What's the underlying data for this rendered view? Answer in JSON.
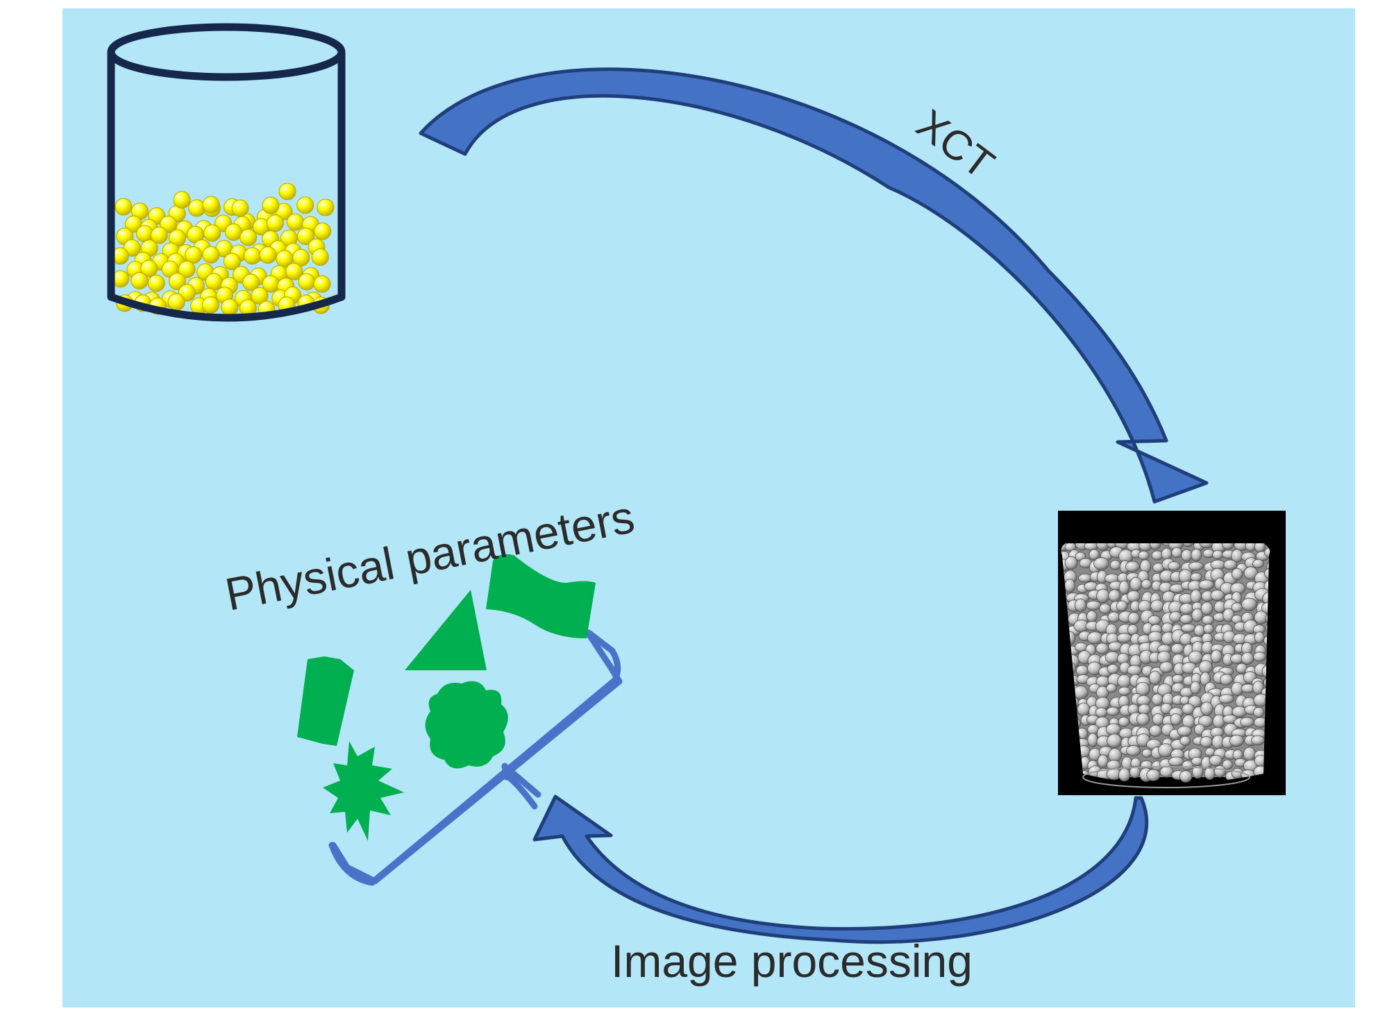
{
  "labels": {
    "xct": "XCT",
    "image_processing": "Image processing",
    "physical_parameters": "Physical parameters"
  },
  "colors": {
    "background": "#b3e6f7",
    "arrow_fill": "#4472c4",
    "arrow_stroke": "#1f3f7a",
    "beaker_stroke": "#15274a",
    "particle_yellow": "#ffff00",
    "shape_green": "#00b050",
    "tray_blue": "#4a72c8",
    "scan_black": "#000000"
  },
  "elements": [
    {
      "name": "beaker-with-particles",
      "icon": "beaker-icon"
    },
    {
      "name": "xct-scan-image",
      "icon": "granular-packing-3d-render"
    },
    {
      "name": "shape-analysis-tray",
      "icon": "tray-icon"
    }
  ]
}
